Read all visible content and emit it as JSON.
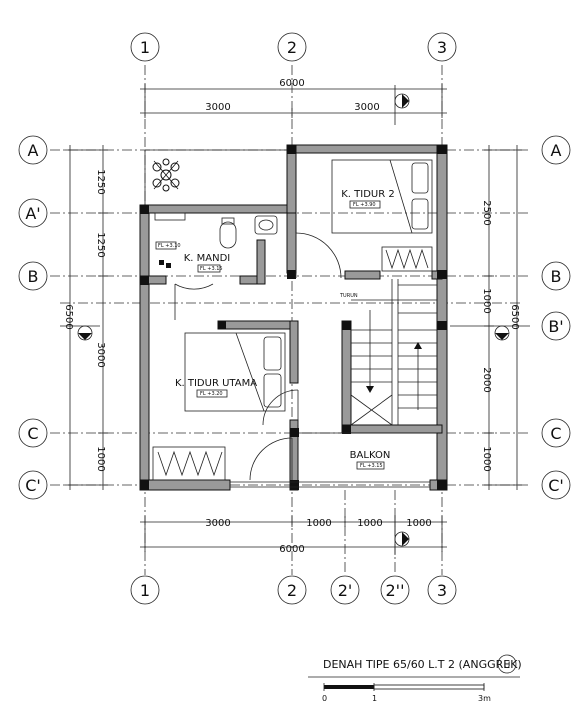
{
  "drawing": {
    "title": "DENAH TIPE 65/60 L.T 2 (ANGGREK)",
    "scale_ticks": [
      "0",
      "1",
      "3m"
    ],
    "north_symbol": "U"
  },
  "grid_axes": {
    "vertical": [
      "1",
      "2",
      "3"
    ],
    "vertical_bottom": [
      "1",
      "2",
      "2'",
      "2''",
      "3"
    ],
    "horizontal": [
      "A",
      "A'",
      "B",
      "B'",
      "C",
      "C'"
    ]
  },
  "dimensions": {
    "top_total": "6000",
    "top_segments": [
      "3000",
      "3000"
    ],
    "bottom_segments": [
      "3000",
      "1000",
      "1000",
      "1000"
    ],
    "bottom_total": "6000",
    "left_segments": [
      "1250",
      "1250",
      "3000",
      "1000"
    ],
    "left_total": "6500",
    "right_segments": [
      "2500",
      "1000",
      "2000",
      "1000"
    ],
    "right_total": "6500"
  },
  "rooms": [
    {
      "name": "K. TIDUR 2",
      "level": "FL +3.90"
    },
    {
      "name": "K. MANDI",
      "level": "FL +3.15"
    },
    {
      "name": "K. TIDUR UTAMA",
      "level": "FL +3.20"
    },
    {
      "name": "BALKON",
      "level": "FL +3.15"
    }
  ],
  "annotations": {
    "stair_label": "TURUN",
    "wc_level": "FL +3.10"
  }
}
